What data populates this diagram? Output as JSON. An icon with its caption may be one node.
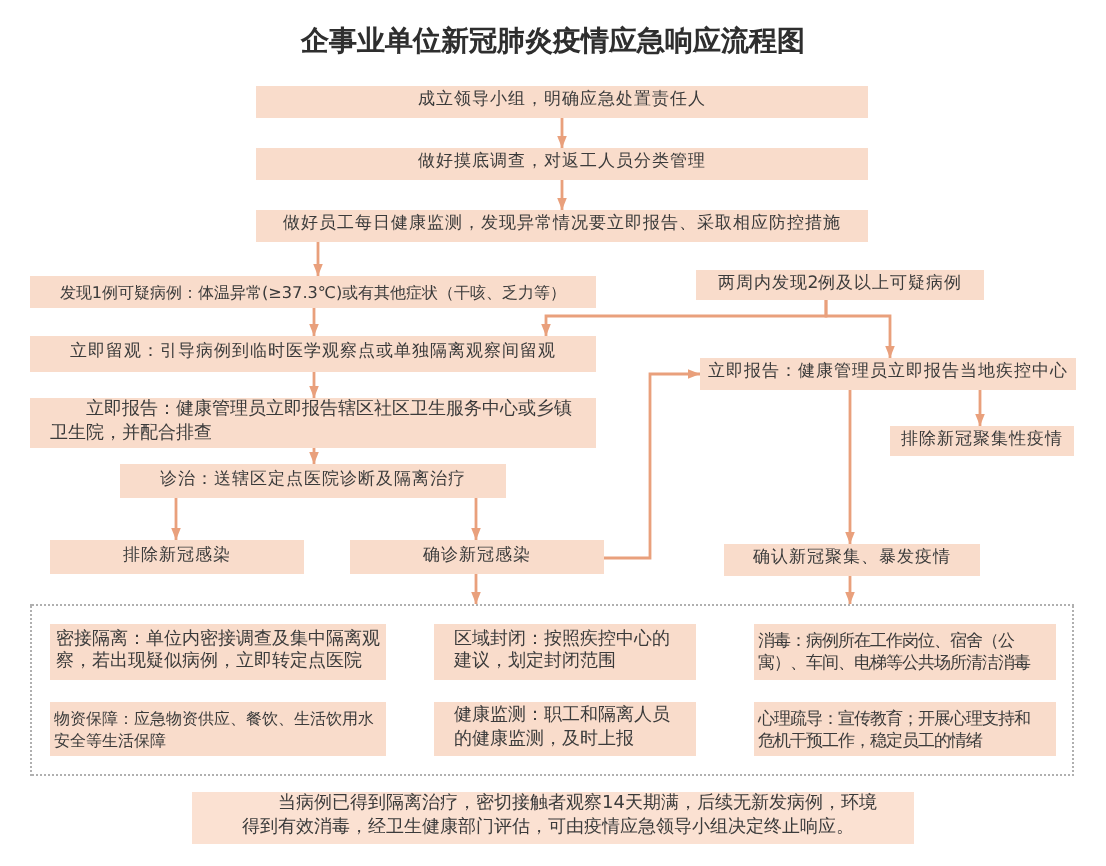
{
  "diagram": {
    "title": "企事业单位新冠肺炎疫情应急响应流程图",
    "nodes": [
      {
        "text": [
          "成立领导小组，明确应急处置责任人"
        ]
      },
      {
        "text": [
          "做好摸底调查，对返工人员分类管理"
        ]
      },
      {
        "text": [
          "做好员工每日健康监测，发现异常情况要立即报告、采取相应防控措施"
        ]
      },
      {
        "text": [
          "发现1例可疑病例：体温异常(≥37.3℃)或有其他症状（干咳、乏力等）"
        ]
      },
      {
        "text": [
          "两周内发现2例及以上可疑病例"
        ]
      },
      {
        "text": [
          "立即留观：引导病例到临时医学观察点或单独隔离观察间留观"
        ]
      },
      {
        "text": [
          "立即报告：健康管理员立即报告当地疾控中心"
        ]
      },
      {
        "text": [
          "立即报告：健康管理员立即报告辖区社区卫生服务中心或乡镇卫生院，并配合排查"
        ]
      },
      {
        "text": [
          "排除新冠聚集性疫情"
        ]
      },
      {
        "text": [
          "诊治：送辖区定点医院诊断及隔离治疗"
        ]
      },
      {
        "text": [
          "排除新冠感染"
        ]
      },
      {
        "text": [
          "确诊新冠感染"
        ]
      },
      {
        "text": [
          "确认新冠聚集、暴发疫情"
        ]
      },
      {
        "text": [],
        "shape": "box"
      },
      {
        "text": [
          "密接隔离：单位内密接调查及集中隔离观察，若出现疑似病例，立即转定点医院"
        ],
        "in": 13
      },
      {
        "text": [
          "区域封闭：按照疾控中心的建议，划定封闭范围"
        ],
        "in": 13
      },
      {
        "text": [
          "消毒：病例所在工作岗位、宿舍（公寓）、车间、电梯等公共场所清洁消毒"
        ],
        "in": 13
      },
      {
        "text": [
          "物资保障：应急物资供应、餐饮、生活饮用水安全等生活保障"
        ],
        "in": 13
      },
      {
        "text": [
          "健康监测：职工和隔离人员的健康监测，及时上报"
        ],
        "in": 13
      },
      {
        "text": [
          "心理疏导：宣传教育；开展心理支持和危机干预工作，稳定员工的情绪"
        ],
        "in": 13
      },
      {
        "text": [
          "当病例已得到隔离治疗，密切接触者观察14天期满，后续无新发病例，环境得到有效消毒，经卫生健康部门评估，可由疫情应急领导小组决定终止响应。"
        ]
      }
    ],
    "edges": [
      {
        "from": 0,
        "to": 1,
        "arrow": "to"
      },
      {
        "from": 1,
        "to": 2,
        "arrow": "to"
      },
      {
        "from": 2,
        "to": 3,
        "arrow": "to"
      },
      {
        "from": 3,
        "to": 5,
        "arrow": "to"
      },
      {
        "from": 4,
        "to": 5,
        "arrow": "to"
      },
      {
        "from": 4,
        "to": 6,
        "arrow": "to"
      },
      {
        "from": 5,
        "to": 7,
        "arrow": "to"
      },
      {
        "from": 7,
        "to": 9,
        "arrow": "to"
      },
      {
        "from": 9,
        "to": 10,
        "arrow": "to"
      },
      {
        "from": 9,
        "to": 11,
        "arrow": "to"
      },
      {
        "from": 11,
        "to": 6,
        "arrow": "to"
      },
      {
        "from": 6,
        "to": 8,
        "arrow": "to"
      },
      {
        "from": 6,
        "to": 12,
        "arrow": "to"
      },
      {
        "from": 11,
        "to": 13,
        "arrow": "to"
      },
      {
        "from": 12,
        "to": 13,
        "arrow": "to"
      }
    ]
  }
}
